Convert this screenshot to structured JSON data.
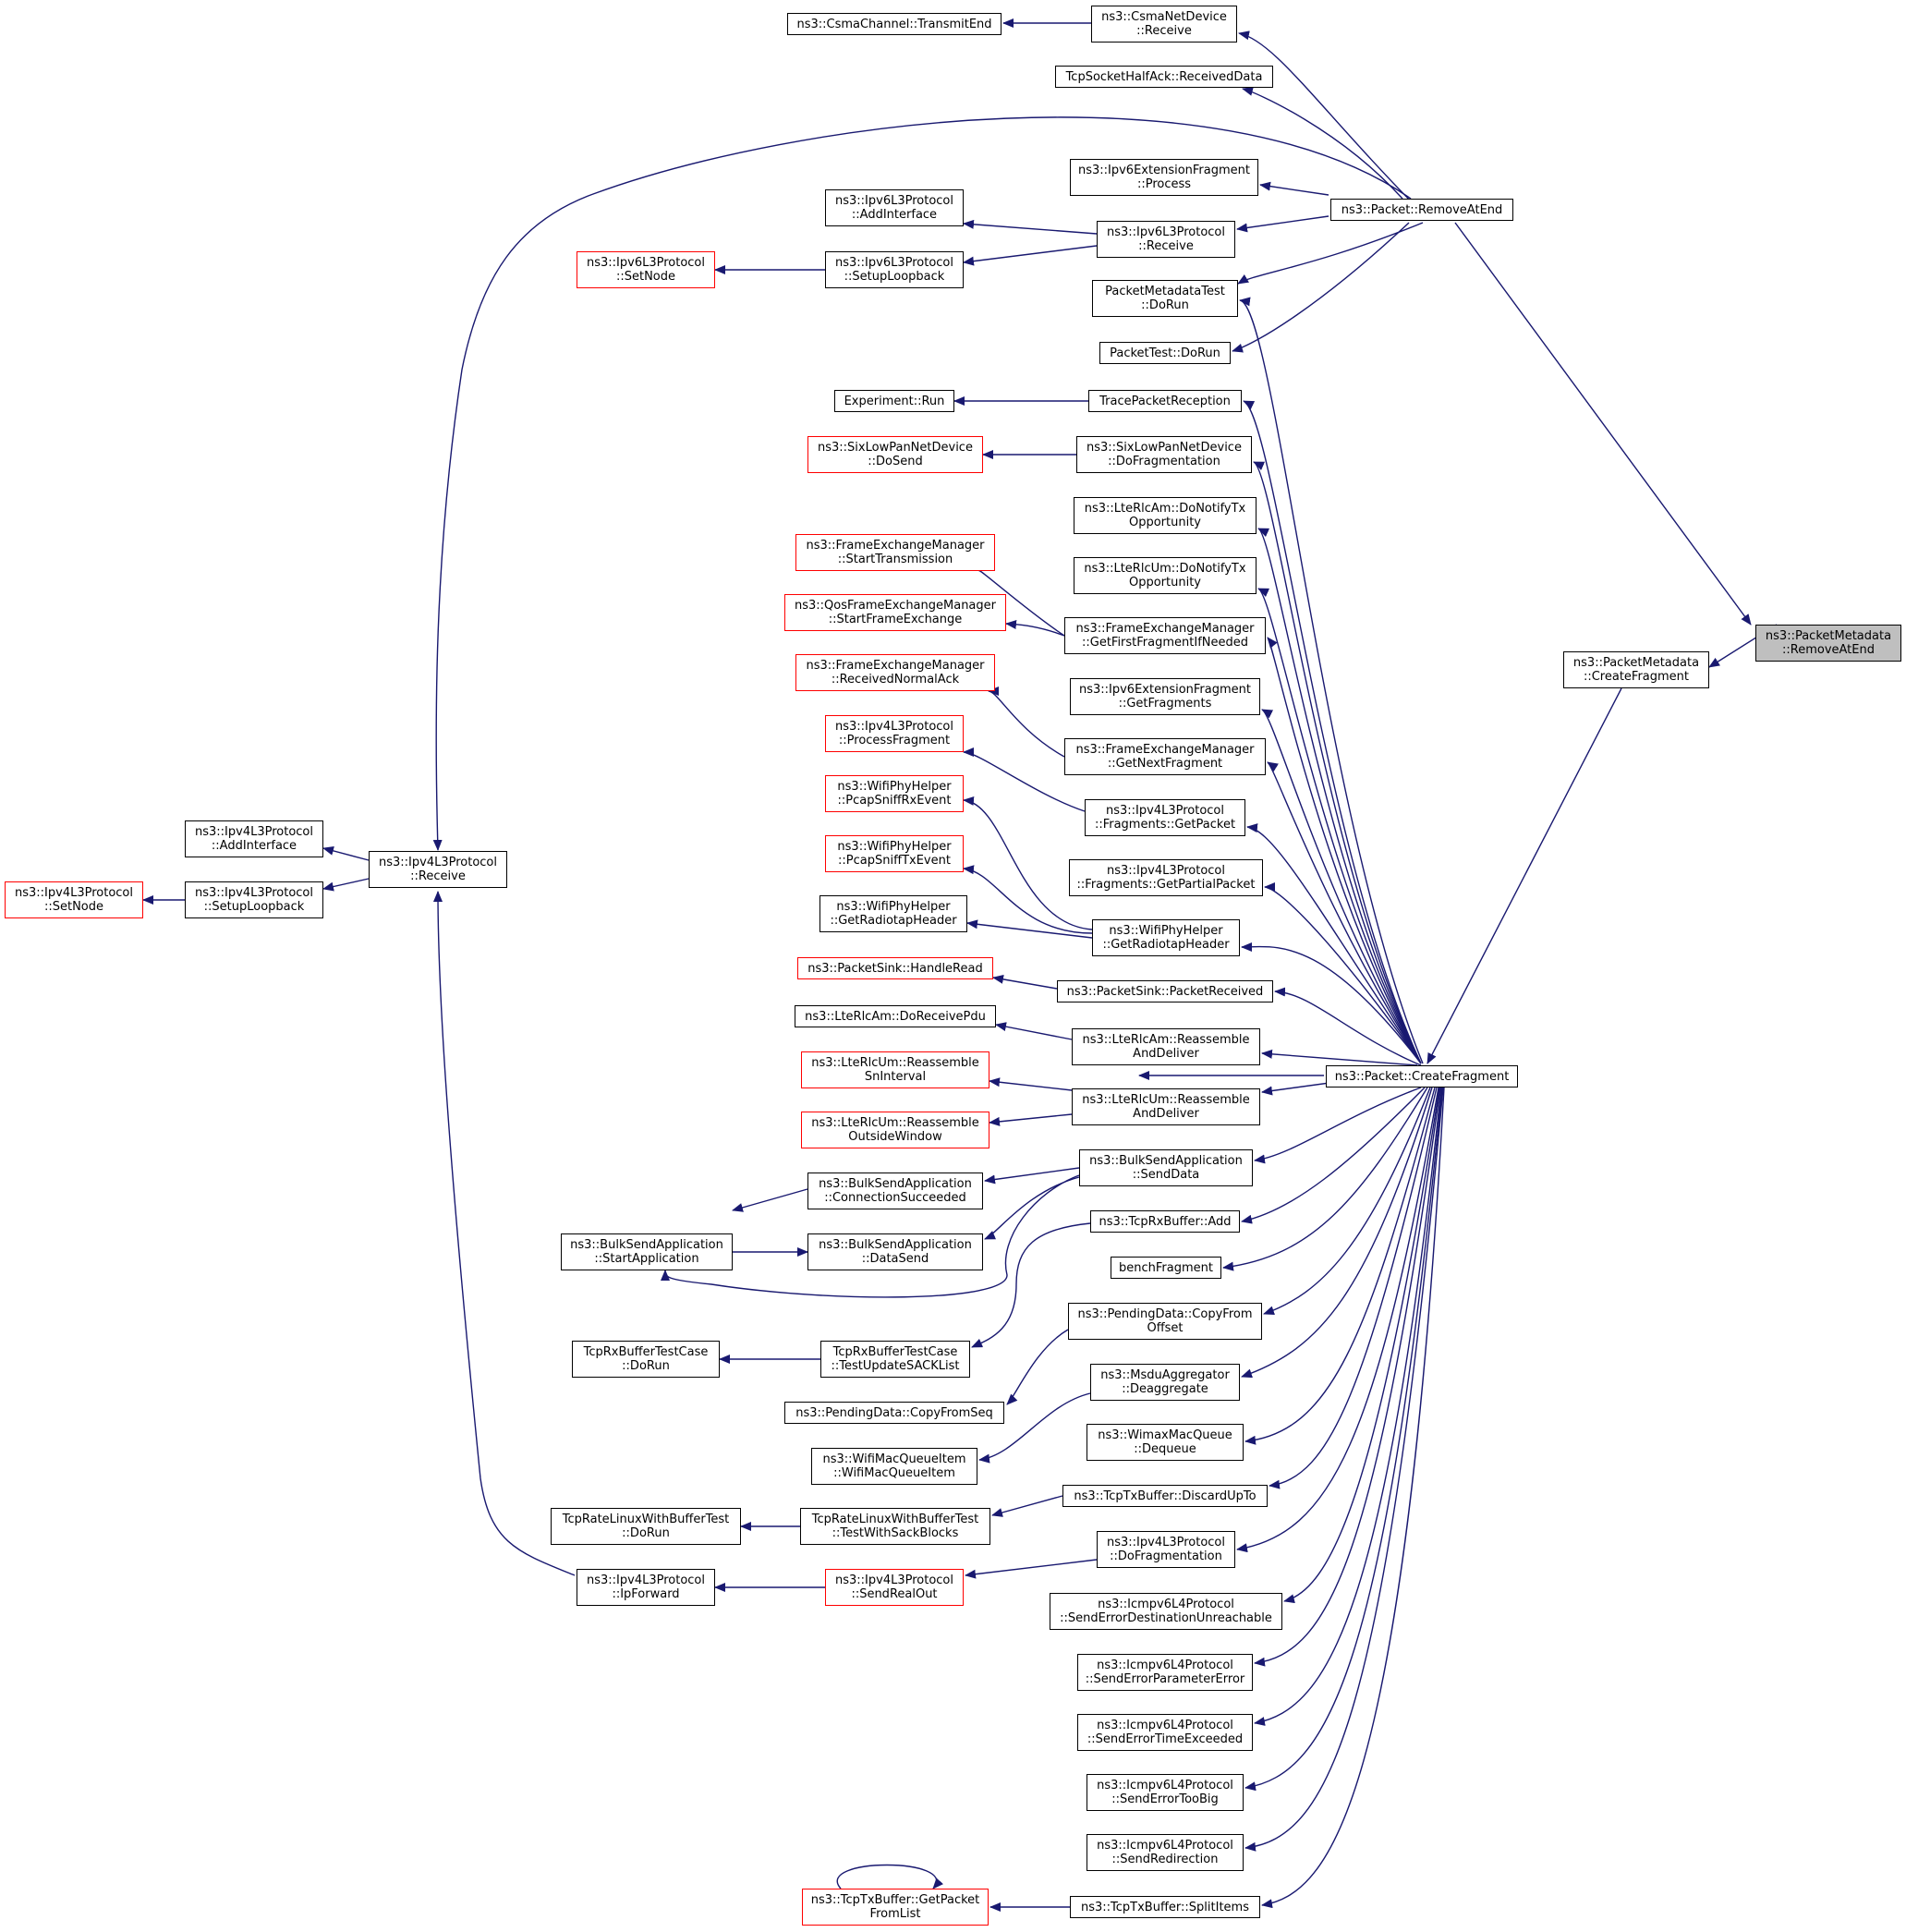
{
  "colors": {
    "edge": "#191970",
    "box_border": "#000000",
    "truncated_border": "#ff0000",
    "current_fill": "#bfbfbf"
  },
  "nodes": {
    "n1": {
      "lines": [
        "ns3::CsmaNetDevice",
        "::Receive"
      ]
    },
    "n2": {
      "lines": [
        "ns3::CsmaChannel::TransmitEnd"
      ]
    },
    "n3": {
      "lines": [
        "TcpSocketHalfAck::ReceivedData"
      ]
    },
    "n4": {
      "lines": [
        "ns3::Ipv6ExtensionFragment",
        "::Process"
      ]
    },
    "n5": {
      "lines": [
        "ns3::Packet::RemoveAtEnd"
      ]
    },
    "n6": {
      "lines": [
        "ns3::Ipv6L3Protocol",
        "::AddInterface"
      ]
    },
    "n7": {
      "lines": [
        "ns3::Ipv6L3Protocol",
        "::Receive"
      ]
    },
    "n8": {
      "lines": [
        "ns3::Ipv6L3Protocol",
        "::SetNode"
      ]
    },
    "n9": {
      "lines": [
        "ns3::Ipv6L3Protocol",
        "::SetupLoopback"
      ]
    },
    "n10": {
      "lines": [
        "PacketMetadataTest",
        "::DoRun"
      ]
    },
    "n11": {
      "lines": [
        "PacketTest::DoRun"
      ]
    },
    "n12": {
      "lines": [
        "Experiment::Run"
      ]
    },
    "n13": {
      "lines": [
        "TracePacketReception"
      ]
    },
    "n14": {
      "lines": [
        "ns3::SixLowPanNetDevice",
        "::DoSend"
      ]
    },
    "n15": {
      "lines": [
        "ns3::SixLowPanNetDevice",
        "::DoFragmentation"
      ]
    },
    "n16": {
      "lines": [
        "ns3::LteRlcAm::DoNotifyTx",
        "Opportunity"
      ]
    },
    "n17": {
      "lines": [
        "ns3::FrameExchangeManager",
        "::StartTransmission"
      ]
    },
    "n18": {
      "lines": [
        "ns3::LteRlcUm::DoNotifyTx",
        "Opportunity"
      ]
    },
    "n19": {
      "lines": [
        "ns3::QosFrameExchangeManager",
        "::StartFrameExchange"
      ]
    },
    "n20": {
      "lines": [
        "ns3::FrameExchangeManager",
        "::GetFirstFragmentIfNeeded"
      ]
    },
    "n21": {
      "lines": [
        "ns3::PacketMetadata",
        "::RemoveAtEnd"
      ]
    },
    "n22": {
      "lines": [
        "ns3::PacketMetadata",
        "::CreateFragment"
      ]
    },
    "n23": {
      "lines": [
        "ns3::FrameExchangeManager",
        "::ReceivedNormalAck"
      ]
    },
    "n24": {
      "lines": [
        "ns3::Ipv6ExtensionFragment",
        "::GetFragments"
      ]
    },
    "n25": {
      "lines": [
        "ns3::Ipv4L3Protocol",
        "::ProcessFragment"
      ]
    },
    "n26": {
      "lines": [
        "ns3::FrameExchangeManager",
        "::GetNextFragment"
      ]
    },
    "n27": {
      "lines": [
        "ns3::WifiPhyHelper",
        "::PcapSniffRxEvent"
      ]
    },
    "n28": {
      "lines": [
        "ns3::Ipv4L3Protocol",
        "::Fragments::GetPacket"
      ]
    },
    "n29": {
      "lines": [
        "ns3::Ipv4L3Protocol",
        "::AddInterface"
      ]
    },
    "n30": {
      "lines": [
        "ns3::Ipv4L3Protocol",
        "::Receive"
      ]
    },
    "n31": {
      "lines": [
        "ns3::Ipv4L3Protocol",
        "::SetNode"
      ]
    },
    "n32": {
      "lines": [
        "ns3::Ipv4L3Protocol",
        "::SetupLoopback"
      ]
    },
    "n33": {
      "lines": [
        "ns3::WifiPhyHelper",
        "::PcapSniffTxEvent"
      ]
    },
    "n34": {
      "lines": [
        "ns3::Ipv4L3Protocol",
        "::Fragments::GetPartialPacket"
      ]
    },
    "n35": {
      "lines": [
        "ns3::WifiPhyHelper",
        "::GetRadiotapHeader"
      ]
    },
    "n36": {
      "lines": [
        "ns3::WifiPhyHelper",
        "::GetRadiotapHeader"
      ]
    },
    "n37": {
      "lines": [
        "ns3::PacketSink::HandleRead"
      ]
    },
    "n38": {
      "lines": [
        "ns3::PacketSink::PacketReceived"
      ]
    },
    "n39": {
      "lines": [
        "ns3::LteRlcAm::DoReceivePdu"
      ]
    },
    "n40": {
      "lines": [
        "ns3::LteRlcAm::Reassemble",
        "AndDeliver"
      ]
    },
    "n41": {
      "lines": [
        "ns3::LteRlcUm::Reassemble",
        "SnInterval"
      ]
    },
    "n42": {
      "lines": [
        "ns3::Packet::CreateFragment"
      ]
    },
    "n43": {
      "lines": [
        "ns3::LteRlcUm::Reassemble",
        "AndDeliver"
      ]
    },
    "n44": {
      "lines": [
        "ns3::LteRlcUm::Reassemble",
        "OutsideWindow"
      ]
    },
    "n45": {
      "lines": [
        "ns3::BulkSendApplication",
        "::SendData"
      ]
    },
    "n46": {
      "lines": [
        "ns3::BulkSendApplication",
        "::ConnectionSucceeded"
      ]
    },
    "n47": {
      "lines": [
        "ns3::BulkSendApplication",
        "::StartApplication"
      ]
    },
    "n48": {
      "lines": [
        "ns3::TcpRxBuffer::Add"
      ]
    },
    "n49": {
      "lines": [
        "ns3::BulkSendApplication",
        "::DataSend"
      ]
    },
    "n50": {
      "lines": [
        "benchFragment"
      ]
    },
    "n51": {
      "lines": [
        "ns3::PendingData::CopyFrom",
        "Offset"
      ]
    },
    "n52": {
      "lines": [
        "TcpRxBufferTestCase",
        "::DoRun"
      ]
    },
    "n53": {
      "lines": [
        "TcpRxBufferTestCase",
        "::TestUpdateSACKList"
      ]
    },
    "n54": {
      "lines": [
        "ns3::MsduAggregator",
        "::Deaggregate"
      ]
    },
    "n55": {
      "lines": [
        "ns3::PendingData::CopyFromSeq"
      ]
    },
    "n56": {
      "lines": [
        "ns3::WimaxMacQueue",
        "::Dequeue"
      ]
    },
    "n57": {
      "lines": [
        "ns3::WifiMacQueueItem",
        "::WifiMacQueueItem"
      ]
    },
    "n58": {
      "lines": [
        "ns3::TcpTxBuffer::DiscardUpTo"
      ]
    },
    "n59": {
      "lines": [
        "TcpRateLinuxWithBufferTest",
        "::DoRun"
      ]
    },
    "n60": {
      "lines": [
        "TcpRateLinuxWithBufferTest",
        "::TestWithSackBlocks"
      ]
    },
    "n61": {
      "lines": [
        "ns3::Ipv4L3Protocol",
        "::DoFragmentation"
      ]
    },
    "n62": {
      "lines": [
        "ns3::Ipv4L3Protocol",
        "::IpForward"
      ]
    },
    "n63": {
      "lines": [
        "ns3::Ipv4L3Protocol",
        "::SendRealOut"
      ]
    },
    "n64": {
      "lines": [
        "ns3::Icmpv6L4Protocol",
        "::SendErrorDestinationUnreachable"
      ]
    },
    "n65": {
      "lines": [
        "ns3::Icmpv6L4Protocol",
        "::SendErrorParameterError"
      ]
    },
    "n66": {
      "lines": [
        "ns3::Icmpv6L4Protocol",
        "::SendErrorTimeExceeded"
      ]
    },
    "n67": {
      "lines": [
        "ns3::Icmpv6L4Protocol",
        "::SendErrorTooBig"
      ]
    },
    "n68": {
      "lines": [
        "ns3::Icmpv6L4Protocol",
        "::SendRedirection"
      ]
    },
    "n69": {
      "lines": [
        "ns3::TcpTxBuffer::GetPacket",
        "FromList"
      ]
    },
    "n70": {
      "lines": [
        "ns3::TcpTxBuffer::SplitItems"
      ]
    }
  }
}
